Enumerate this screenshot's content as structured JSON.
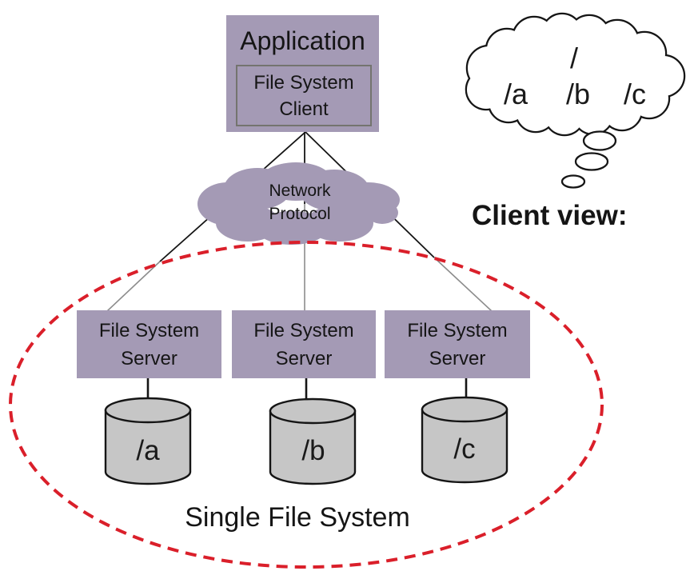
{
  "colors": {
    "box_purple": "#a49ab5",
    "cloud_purple": "#a49ab5",
    "cylinder_fill": "#c6c6c6",
    "outline_black": "#151515",
    "line_gray": "#8c8c8c",
    "dashed_red": "#da1f2a",
    "inner_box_border": "#74746f"
  },
  "application_box": {
    "title": "Application",
    "client_line1": "File System",
    "client_line2": "Client"
  },
  "network_cloud": {
    "line1": "Network",
    "line2": "Protocol"
  },
  "servers": [
    {
      "line1": "File System",
      "line2": "Server",
      "disk_label": "/a"
    },
    {
      "line1": "File System",
      "line2": "Server",
      "disk_label": "/b"
    },
    {
      "line1": "File System",
      "line2": "Server",
      "disk_label": "/c"
    }
  ],
  "enclosure": {
    "label": "Single File System"
  },
  "client_view": {
    "caption": "Client view:",
    "root": "/",
    "children": [
      "/a",
      "/b",
      "/c"
    ]
  }
}
